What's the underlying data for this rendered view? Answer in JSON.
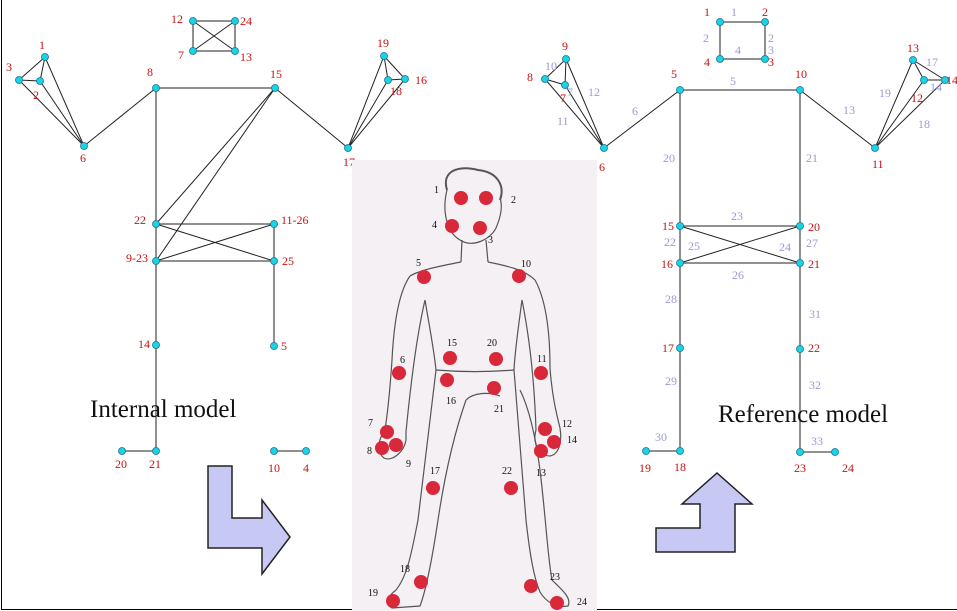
{
  "titles": {
    "internal": "Internal model",
    "reference": "Reference model"
  },
  "colors": {
    "node": "#19d3e6",
    "node_stroke": "#1a6f8a",
    "edge": "#222222",
    "red_label": "#cc1111",
    "purple_label": "#9a9ad8",
    "arrow_fill": "#c8c8f4",
    "arrow_stroke": "#222222",
    "body_dot": "#d8283a",
    "body_bg": "#f4f0f4"
  },
  "internal": {
    "nodes": [
      {
        "id": "n1",
        "label": "1"
      },
      {
        "id": "n3",
        "label": "3"
      },
      {
        "id": "n2",
        "label": "2"
      },
      {
        "id": "n6",
        "label": "6"
      },
      {
        "id": "n8",
        "label": "8"
      },
      {
        "id": "n15",
        "label": "15"
      },
      {
        "id": "n19",
        "label": "19"
      },
      {
        "id": "n16",
        "label": "16"
      },
      {
        "id": "n18",
        "label": "18"
      },
      {
        "id": "n17",
        "label": "17"
      },
      {
        "id": "n12",
        "label": "12"
      },
      {
        "id": "n24",
        "label": "24"
      },
      {
        "id": "n7",
        "label": "7"
      },
      {
        "id": "n13",
        "label": "13"
      },
      {
        "id": "n22",
        "label": "22"
      },
      {
        "id": "n11",
        "label": "11-26"
      },
      {
        "id": "n9",
        "label": "9-23"
      },
      {
        "id": "n25",
        "label": "25"
      },
      {
        "id": "n14",
        "label": "14"
      },
      {
        "id": "n5",
        "label": "5"
      },
      {
        "id": "n20",
        "label": "20"
      },
      {
        "id": "n21",
        "label": "21"
      },
      {
        "id": "n10",
        "label": "10"
      },
      {
        "id": "n4",
        "label": "4"
      }
    ]
  },
  "reference": {
    "nodes": [
      {
        "id": "r1",
        "label": "1"
      },
      {
        "id": "r2",
        "label": "2"
      },
      {
        "id": "r4",
        "label": "4"
      },
      {
        "id": "r3",
        "label": "3"
      },
      {
        "id": "r9",
        "label": "9"
      },
      {
        "id": "r8",
        "label": "8"
      },
      {
        "id": "r7",
        "label": "7"
      },
      {
        "id": "r5",
        "label": "5"
      },
      {
        "id": "r10",
        "label": "10"
      },
      {
        "id": "r6",
        "label": "6"
      },
      {
        "id": "r13",
        "label": "13"
      },
      {
        "id": "r14",
        "label": "14"
      },
      {
        "id": "r12",
        "label": "12"
      },
      {
        "id": "r11",
        "label": "11"
      },
      {
        "id": "r15",
        "label": "15"
      },
      {
        "id": "r20",
        "label": "20"
      },
      {
        "id": "r16",
        "label": "16"
      },
      {
        "id": "r21",
        "label": "21"
      },
      {
        "id": "r17",
        "label": "17"
      },
      {
        "id": "r22",
        "label": "22"
      },
      {
        "id": "r19",
        "label": "19"
      },
      {
        "id": "r18",
        "label": "18"
      },
      {
        "id": "r23",
        "label": "23"
      },
      {
        "id": "r24",
        "label": "24"
      }
    ],
    "edge_labels": [
      "1",
      "2",
      "3",
      "4",
      "5",
      "6",
      "7",
      "10",
      "11",
      "12",
      "13",
      "14",
      "17",
      "18",
      "19",
      "20",
      "21",
      "22",
      "23",
      "24",
      "25",
      "26",
      "27",
      "28",
      "29",
      "30",
      "31",
      "32",
      "33"
    ]
  },
  "body": {
    "markers": [
      "1",
      "2",
      "3",
      "4",
      "5",
      "6",
      "7",
      "8",
      "9",
      "10",
      "11",
      "12",
      "13",
      "14",
      "15",
      "16",
      "17",
      "18",
      "19",
      "20",
      "21",
      "22",
      "23",
      "24"
    ]
  }
}
